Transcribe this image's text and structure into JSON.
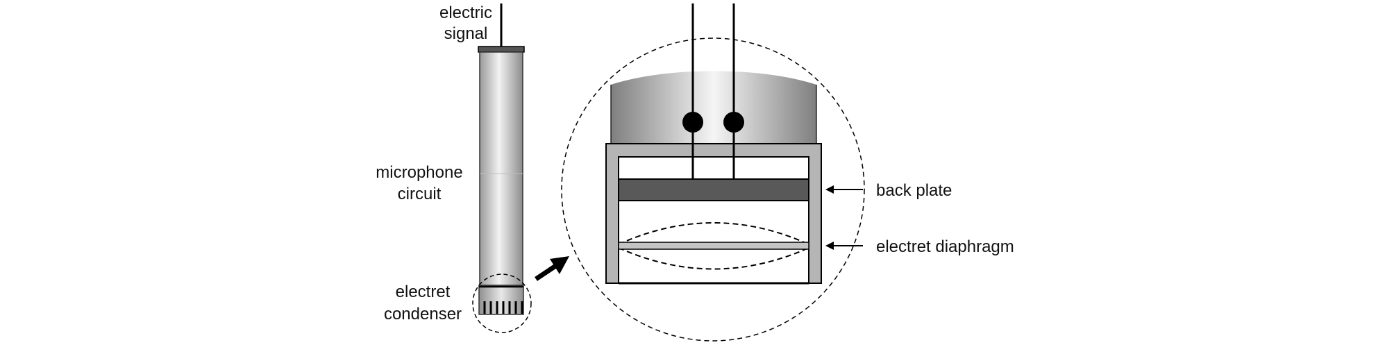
{
  "labels": {
    "electric_signal_line1": "electric",
    "electric_signal_line2": "signal",
    "microphone_circuit_line1": "microphone",
    "microphone_circuit_line2": "circuit",
    "electret_condenser_line1": "electret",
    "electret_condenser_line2": "condenser",
    "back_plate": "back plate",
    "electret_diaphragm": "electret diaphragm"
  },
  "colors": {
    "back_plate": "#595959",
    "housing": "#b5b5b5",
    "diaphragm": "#c4c4c4",
    "line": "#000000"
  }
}
